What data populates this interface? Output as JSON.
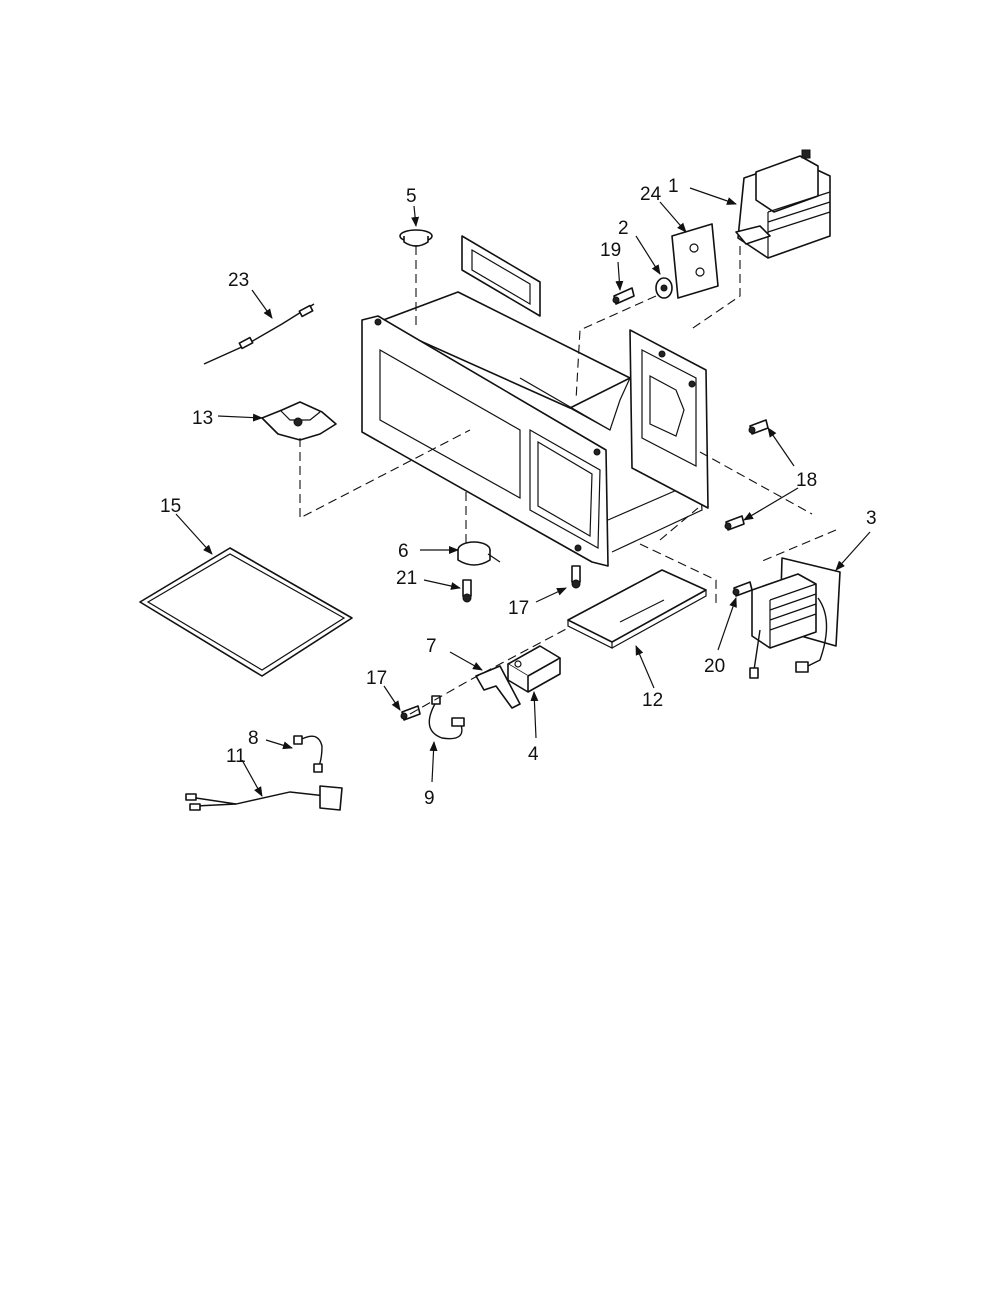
{
  "callouts": {
    "c1": "1",
    "c2": "2",
    "c3": "3",
    "c4": "4",
    "c5": "5",
    "c6": "6",
    "c7": "7",
    "c8": "8",
    "c9": "9",
    "c11": "11",
    "c12": "12",
    "c13": "13",
    "c15": "15",
    "c17a": "17",
    "c17b": "17",
    "c18": "18",
    "c19": "19",
    "c20": "20",
    "c21": "21",
    "c23": "23",
    "c24": "24"
  }
}
